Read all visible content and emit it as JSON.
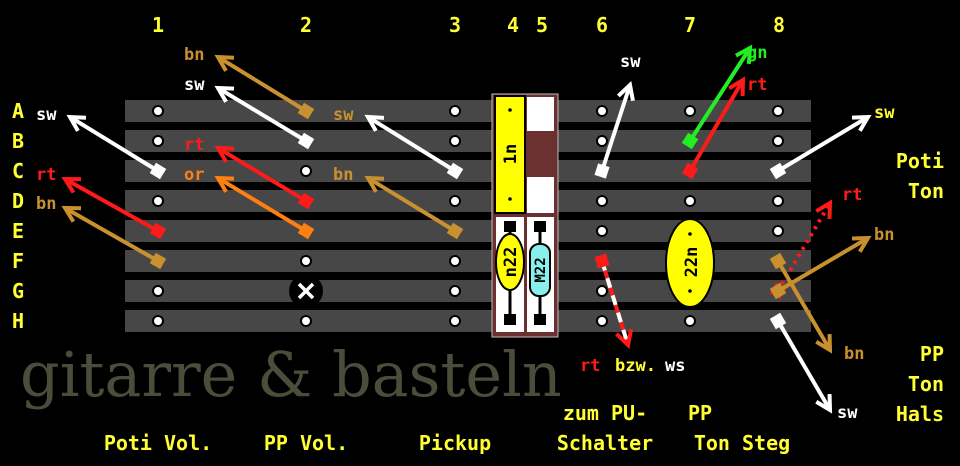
{
  "columns": [
    "1",
    "2",
    "3",
    "4",
    "5",
    "6",
    "7",
    "8"
  ],
  "rows": [
    "A",
    "B",
    "C",
    "D",
    "E",
    "F",
    "G",
    "H"
  ],
  "watermark": "gitarre & basteln",
  "components": {
    "cap_1n": "1n",
    "cap_n22": "n22",
    "res_m22": "M22",
    "cap_22n": "22n"
  },
  "wire_labels": {
    "c1_sw": "sw",
    "c1_rt": "rt",
    "c1_bn": "bn",
    "c2_bn": "bn",
    "c2_sw": "sw",
    "c2_rt": "rt",
    "c2_or": "or",
    "c3_sw": "sw",
    "c3_bn": "bn",
    "c6_sw": "sw",
    "c6_rt": "rt",
    "c6_bzw": "bzw.",
    "c6_ws": "ws",
    "c7_gn": "gn",
    "c7_rt": "rt",
    "c8_sw_top": "sw",
    "c8_rt": "rt",
    "c8_bn_top": "bn",
    "c8_bn_bottom": "bn",
    "c8_sw_bottom": "sw"
  },
  "section_labels": {
    "poti_vol": "Poti Vol.",
    "pp_vol": "PP Vol.",
    "pickup": "Pickup",
    "zum_pu_1": "zum PU-",
    "zum_pu_2": "Schalter",
    "pp_ton_steg_1": "PP",
    "pp_ton_steg_2": "Ton Steg",
    "poti_ton_1": "Poti",
    "poti_ton_2": "Ton",
    "pp_ton_hals_1": "PP",
    "pp_ton_hals_2": "Ton",
    "pp_ton_hals_3": "Hals"
  },
  "colors": {
    "sw": "#ffffff",
    "rt": "#ff1a1a",
    "bn": "#c8902e",
    "or": "#ff7f10",
    "gn": "#22ee22",
    "label": "#ffff33"
  }
}
